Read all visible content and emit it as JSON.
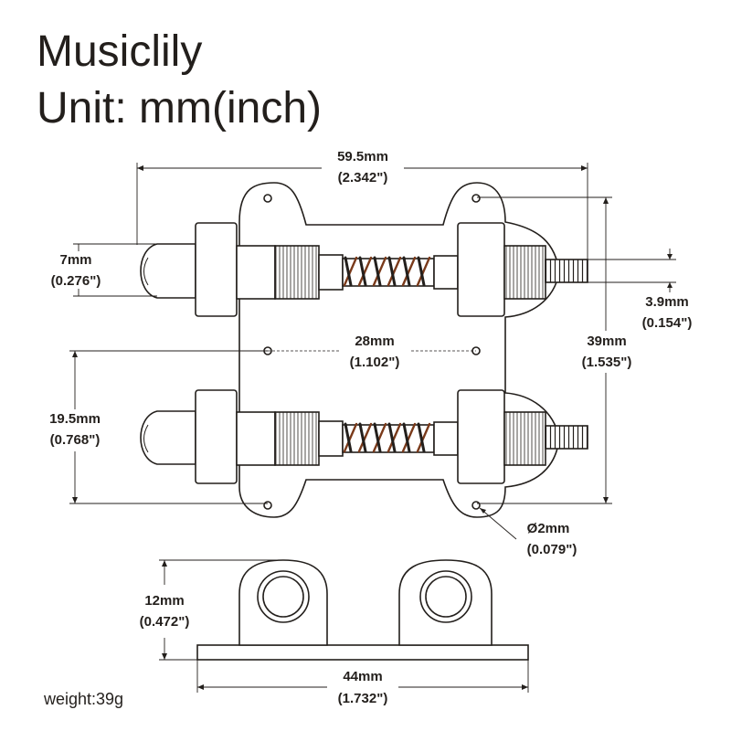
{
  "header": {
    "brand": "Musiclily",
    "unit_label": "Unit: mm(inch)"
  },
  "dimensions": {
    "overall_width": {
      "mm": "59.5mm",
      "inch": "(2.342\")"
    },
    "post_diameter": {
      "mm": "7mm",
      "inch": "(0.276\")"
    },
    "screw_diameter": {
      "mm": "3.9mm",
      "inch": "(0.154\")"
    },
    "overall_height": {
      "mm": "39mm",
      "inch": "(1.535\")"
    },
    "hole_spacing": {
      "mm": "28mm",
      "inch": "(1.102\")"
    },
    "post_spacing": {
      "mm": "19.5mm",
      "inch": "(0.768\")"
    },
    "hole_diameter": {
      "mm": "Ø2mm",
      "inch": "(0.079\")"
    },
    "side_height": {
      "mm": "12mm",
      "inch": "(0.472\")"
    },
    "side_length": {
      "mm": "44mm",
      "inch": "(1.732\")"
    }
  },
  "footer": {
    "weight": "weight:39g"
  }
}
